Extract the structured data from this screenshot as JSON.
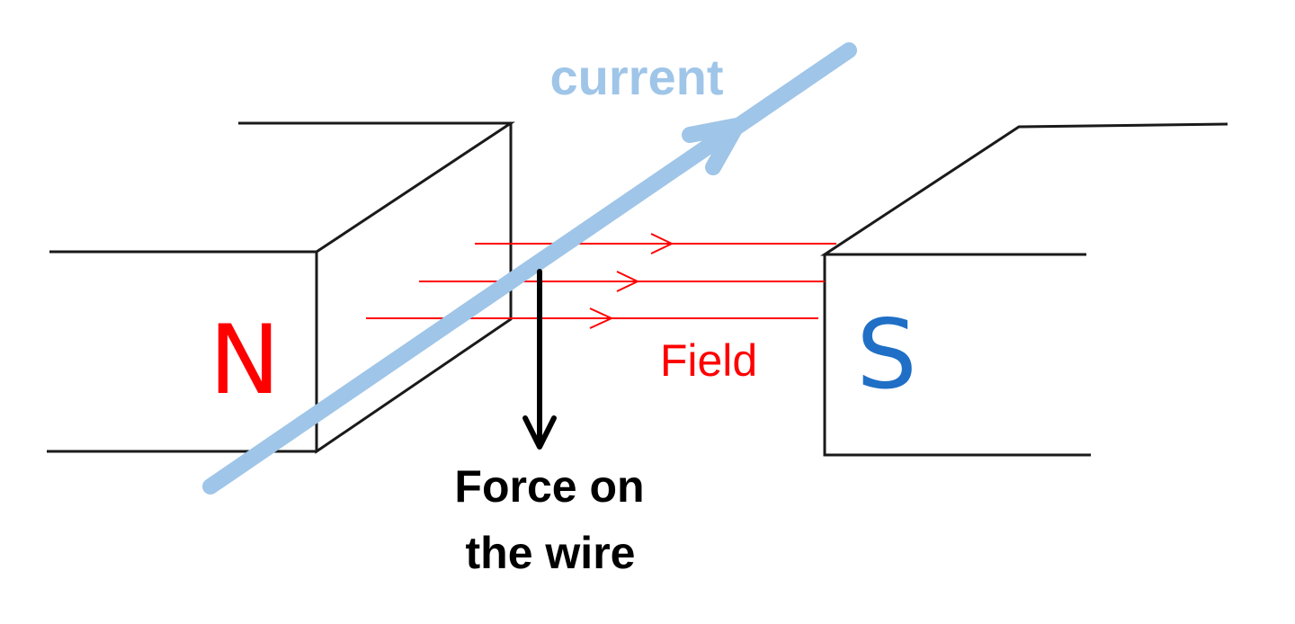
{
  "labels": {
    "north": "N",
    "south": "S",
    "current": "current",
    "field": "Field",
    "force_line1": "Force on",
    "force_line2": "the wire"
  },
  "colors": {
    "north": "#ff0000",
    "south": "#1f6fc6",
    "current": "#9fc5e8",
    "field": "#ff0000",
    "force": "#000000",
    "outline": "#1a1a1a"
  }
}
